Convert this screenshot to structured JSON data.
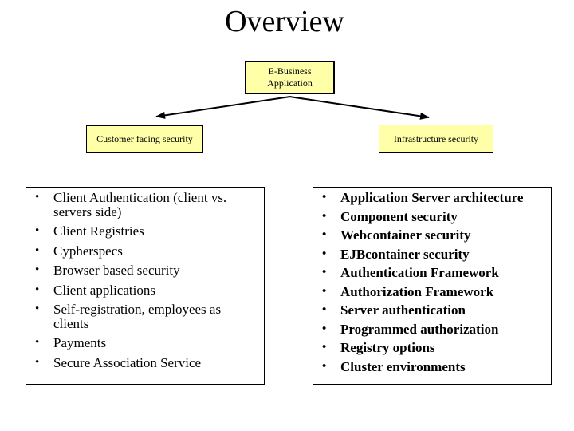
{
  "title": "Overview",
  "diagram": {
    "root_box": {
      "label": "E-Business\nApplication"
    },
    "left_branch": {
      "label": "Customer facing security"
    },
    "right_branch": {
      "label": "Infrastructure security"
    }
  },
  "left_panel": {
    "items": [
      "Client Authentication (client vs. servers side)",
      "Client Registries",
      "Cypherspecs",
      "Browser based security",
      "Client applications",
      "Self-registration, employees as clients",
      "Payments",
      "Secure Association Service"
    ]
  },
  "right_panel": {
    "items": [
      "Application Server architecture",
      "Component security",
      "Webcontainer security",
      "EJBcontainer security",
      "Authentication Framework",
      "Authorization Framework",
      "Server authentication",
      "Programmed authorization",
      "Registry options",
      "Cluster environments"
    ]
  },
  "colors": {
    "page-bg": "#FFFFFF",
    "box-fill": "#FFFFA8",
    "box-border": "#000000",
    "panel-bg": "#FFFFFF",
    "text": "#000000"
  }
}
